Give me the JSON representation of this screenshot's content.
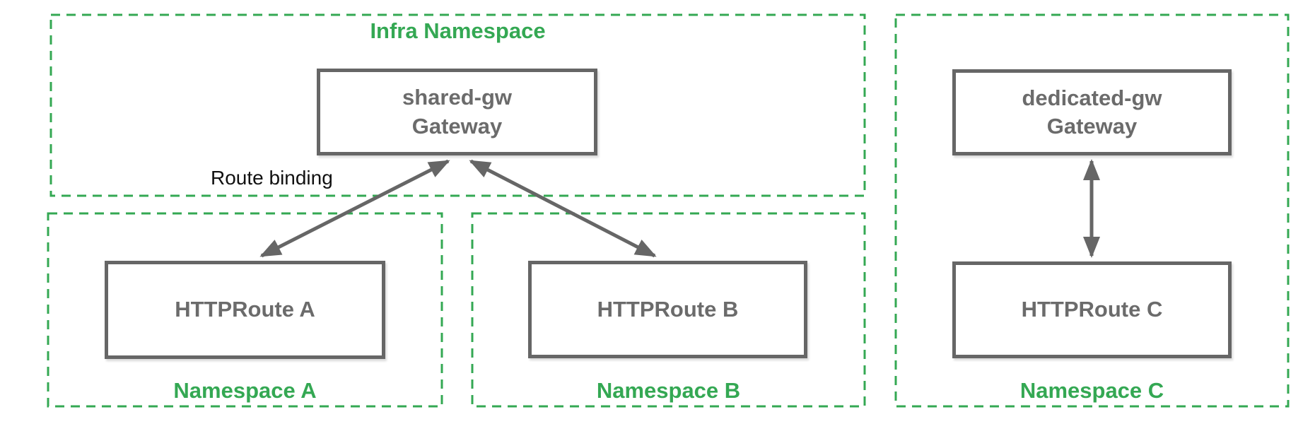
{
  "colors": {
    "namespace_green": "#34a853",
    "node_gray": "#666666",
    "node_text_gray": "#6b6b6b",
    "annotation_black": "#111111",
    "background": "#ffffff"
  },
  "namespaces": {
    "infra": {
      "label": "Infra Namespace"
    },
    "a": {
      "label": "Namespace A"
    },
    "b": {
      "label": "Namespace B"
    },
    "c": {
      "label": "Namespace C"
    }
  },
  "nodes": {
    "shared_gw": {
      "line1": "shared-gw",
      "line2": "Gateway"
    },
    "dedicated_gw": {
      "line1": "dedicated-gw",
      "line2": "Gateway"
    },
    "route_a": {
      "label": "HTTPRoute A"
    },
    "route_b": {
      "label": "HTTPRoute B"
    },
    "route_c": {
      "label": "HTTPRoute C"
    }
  },
  "annotations": {
    "route_binding": "Route binding"
  }
}
